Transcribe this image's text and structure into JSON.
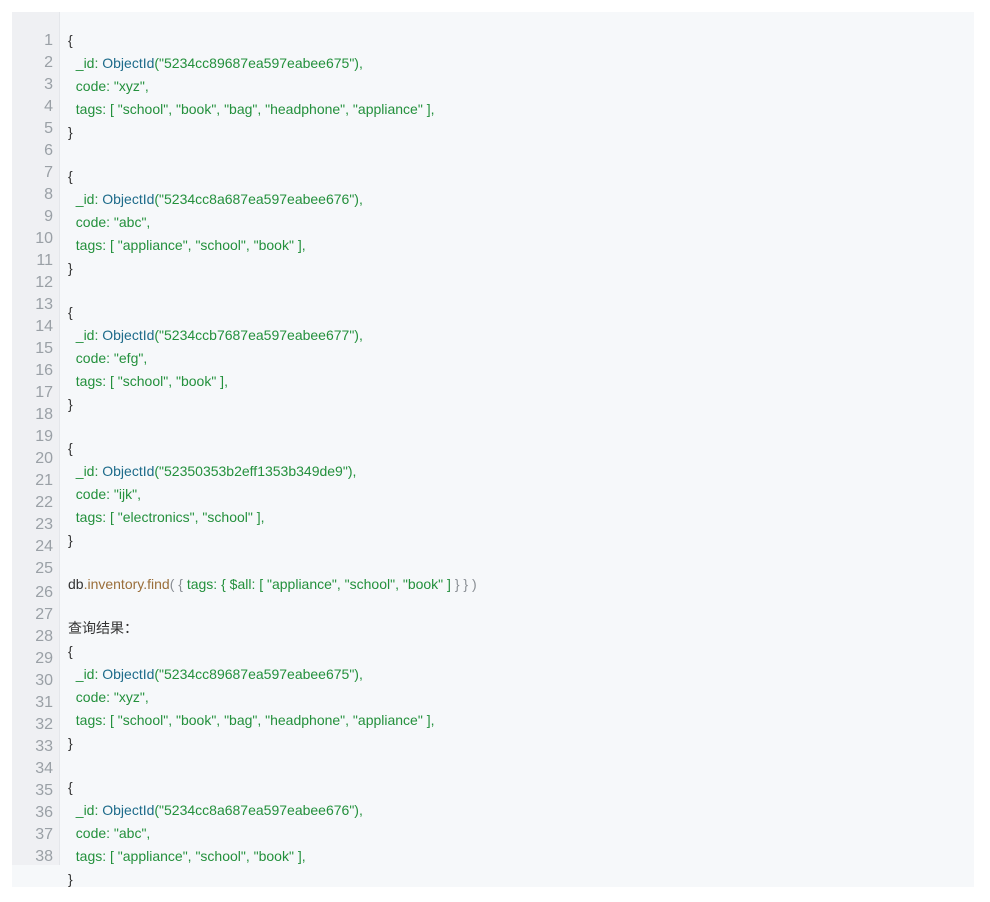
{
  "gutter": [
    "1",
    "2",
    "3",
    "4",
    "5",
    "6",
    "7",
    "8",
    "9",
    "10",
    "11",
    "12",
    "13",
    "14",
    "15",
    "16",
    "17",
    "18",
    "19",
    "20",
    "21",
    "22",
    "23",
    "24",
    "25",
    "26",
    "27",
    "28",
    "29",
    "30",
    "31",
    "32",
    "33",
    "34",
    "35",
    "36",
    "37",
    "38"
  ],
  "code_lines": [
    {
      "segs": [
        {
          "t": "{",
          "c": "dark"
        }
      ]
    },
    {
      "segs": [
        {
          "t": "  _id: ",
          "c": "green"
        },
        {
          "t": "ObjectId",
          "c": "teal"
        },
        {
          "t": "(\"5234cc89687ea597eabee675\"),",
          "c": "green"
        }
      ]
    },
    {
      "segs": [
        {
          "t": "  code: \"xyz\",",
          "c": "green"
        }
      ]
    },
    {
      "segs": [
        {
          "t": "  tags: [ \"school\", \"book\", \"bag\", \"headphone\", \"appliance\" ],",
          "c": "green"
        }
      ]
    },
    {
      "segs": [
        {
          "t": "}",
          "c": "dark"
        }
      ]
    },
    {
      "segs": [
        {
          "t": "{",
          "c": "dark"
        }
      ]
    },
    {
      "segs": [
        {
          "t": "  _id: ",
          "c": "green"
        },
        {
          "t": "ObjectId",
          "c": "teal"
        },
        {
          "t": "(\"5234cc8a687ea597eabee676\"),",
          "c": "green"
        }
      ]
    },
    {
      "segs": [
        {
          "t": "  code: \"abc\",",
          "c": "green"
        }
      ]
    },
    {
      "segs": [
        {
          "t": "  tags: [ \"appliance\", \"school\", \"book\" ],",
          "c": "green"
        }
      ]
    },
    {
      "segs": [
        {
          "t": "}",
          "c": "dark"
        }
      ]
    },
    {
      "segs": [
        {
          "t": "{",
          "c": "dark"
        }
      ]
    },
    {
      "segs": [
        {
          "t": "  _id: ",
          "c": "green"
        },
        {
          "t": "ObjectId",
          "c": "teal"
        },
        {
          "t": "(\"5234ccb7687ea597eabee677\"),",
          "c": "green"
        }
      ]
    },
    {
      "segs": [
        {
          "t": "  code: \"efg\",",
          "c": "green"
        }
      ]
    },
    {
      "segs": [
        {
          "t": "  tags: [ \"school\", \"book\" ],",
          "c": "green"
        }
      ]
    },
    {
      "segs": [
        {
          "t": "}",
          "c": "dark"
        }
      ]
    },
    {
      "segs": [
        {
          "t": "{",
          "c": "dark"
        }
      ]
    },
    {
      "segs": [
        {
          "t": "  _id: ",
          "c": "green"
        },
        {
          "t": "ObjectId",
          "c": "teal"
        },
        {
          "t": "(\"52350353b2eff1353b349de9\"),",
          "c": "green"
        }
      ]
    },
    {
      "segs": [
        {
          "t": "  code: \"ijk\",",
          "c": "green"
        }
      ]
    },
    {
      "segs": [
        {
          "t": "  tags: [ \"electronics\", \"school\" ],",
          "c": "green"
        }
      ]
    },
    {
      "segs": [
        {
          "t": "}",
          "c": "dark"
        }
      ]
    },
    {
      "segs": [
        {
          "t": "db",
          "c": "dark"
        },
        {
          "t": ".inventory.find",
          "c": "brown"
        },
        {
          "t": "( ",
          "c": "grey"
        },
        {
          "t": "{ ",
          "c": "grey"
        },
        {
          "t": "tags: ",
          "c": "green"
        },
        {
          "t": "{ $all: [ \"appliance\", \"school\", \"book\" ]",
          "c": "green"
        },
        {
          "t": " } } )",
          "c": "grey"
        }
      ]
    },
    {
      "segs": [
        {
          "t": "查询结果：",
          "c": "dark"
        }
      ]
    },
    {
      "segs": [
        {
          "t": "{",
          "c": "dark"
        }
      ]
    },
    {
      "segs": [
        {
          "t": "  _id: ",
          "c": "green"
        },
        {
          "t": "ObjectId",
          "c": "teal"
        },
        {
          "t": "(\"5234cc89687ea597eabee675\"),",
          "c": "green"
        }
      ]
    },
    {
      "segs": [
        {
          "t": "  code: \"xyz\",",
          "c": "green"
        }
      ]
    },
    {
      "segs": [
        {
          "t": "  tags: [ \"school\", \"book\", \"bag\", \"headphone\", \"appliance\" ],",
          "c": "green"
        }
      ]
    },
    {
      "segs": [
        {
          "t": "}",
          "c": "dark"
        }
      ]
    },
    {
      "segs": [
        {
          "t": "{",
          "c": "dark"
        }
      ]
    },
    {
      "segs": [
        {
          "t": "  _id: ",
          "c": "green"
        },
        {
          "t": "ObjectId",
          "c": "teal"
        },
        {
          "t": "(\"5234cc8a687ea597eabee676\"),",
          "c": "green"
        }
      ]
    },
    {
      "segs": [
        {
          "t": "  code: \"abc\",",
          "c": "green"
        }
      ]
    },
    {
      "segs": [
        {
          "t": "  tags: [ \"appliance\", \"school\", \"book\" ],",
          "c": "green"
        }
      ]
    },
    {
      "segs": [
        {
          "t": "}",
          "c": "dark"
        }
      ]
    }
  ]
}
